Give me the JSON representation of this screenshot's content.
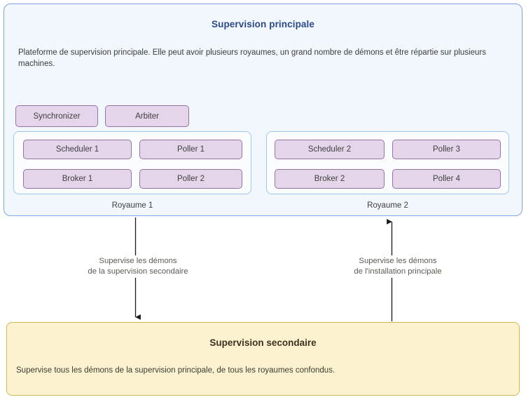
{
  "main": {
    "title": "Supervision principale",
    "description": "Plateforme de supervision principale. Elle peut avoir plusieurs royaumes, un grand nombre de démons et être répartie sur plusieurs machines.",
    "standalone_daemons": [
      {
        "label": "Synchronizer"
      },
      {
        "label": "Arbiter"
      }
    ],
    "realms": [
      {
        "label": "Royaume 1",
        "daemons": [
          {
            "label": "Scheduler 1"
          },
          {
            "label": "Poller 1"
          },
          {
            "label": "Broker 1"
          },
          {
            "label": "Poller 2"
          }
        ]
      },
      {
        "label": "Royaume 2",
        "daemons": [
          {
            "label": "Scheduler 2"
          },
          {
            "label": "Poller 3"
          },
          {
            "label": "Broker 2"
          },
          {
            "label": "Poller 4"
          }
        ]
      }
    ]
  },
  "arrows": [
    {
      "name": "supervise-secondary",
      "direction": "down",
      "line1": "Supervise les démons",
      "line2": "de la supervision secondaire"
    },
    {
      "name": "supervise-main",
      "direction": "up",
      "line1": "Supervise les démons",
      "line2": "de l'installation principale"
    }
  ],
  "secondary": {
    "title": "Supervision secondaire",
    "description": "Supervise tous les démons de la supervision principale, de tous les royaumes confondus."
  },
  "colors": {
    "main_box_fill": "#f2f7fd",
    "main_box_border": "#7ea6e0",
    "main_title_color": "#2b4a8b",
    "daemon_fill": "#e4d5ea",
    "daemon_border": "#9673a6",
    "realm_border": "#9ec7ef",
    "secondary_fill": "#fdf2cf",
    "secondary_border": "#d6b656",
    "arrow_color": "#1a1a1a"
  }
}
